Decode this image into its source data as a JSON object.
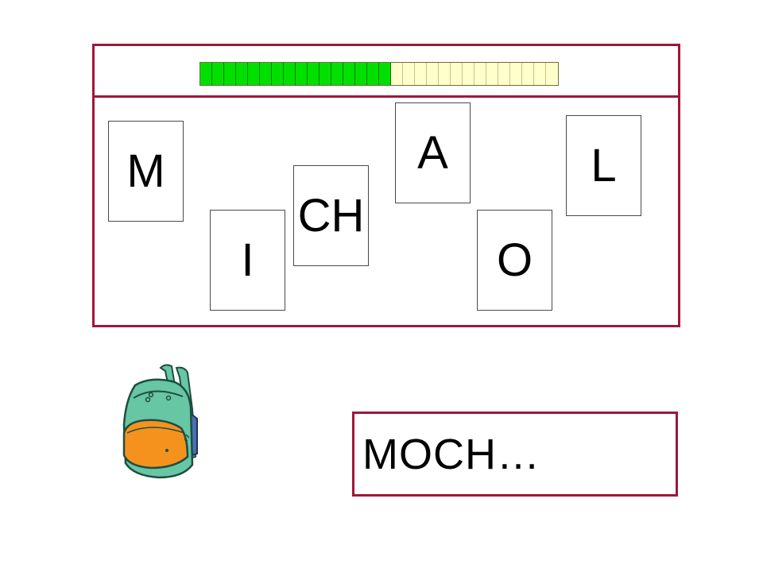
{
  "progress": {
    "filled_segments": 16,
    "total_segments": 30,
    "colors": {
      "filled": "#00e000",
      "empty": "#ffffcc"
    }
  },
  "letter_cards": [
    {
      "id": "m",
      "label": "M"
    },
    {
      "id": "i",
      "label": "I"
    },
    {
      "id": "ch",
      "label": "CH"
    },
    {
      "id": "a",
      "label": "A"
    },
    {
      "id": "o",
      "label": "O"
    },
    {
      "id": "l",
      "label": "L"
    }
  ],
  "answer": {
    "text": "MOCH…"
  },
  "illustration": {
    "icon": "backpack-icon"
  },
  "colors": {
    "frame": "#a0163a"
  }
}
